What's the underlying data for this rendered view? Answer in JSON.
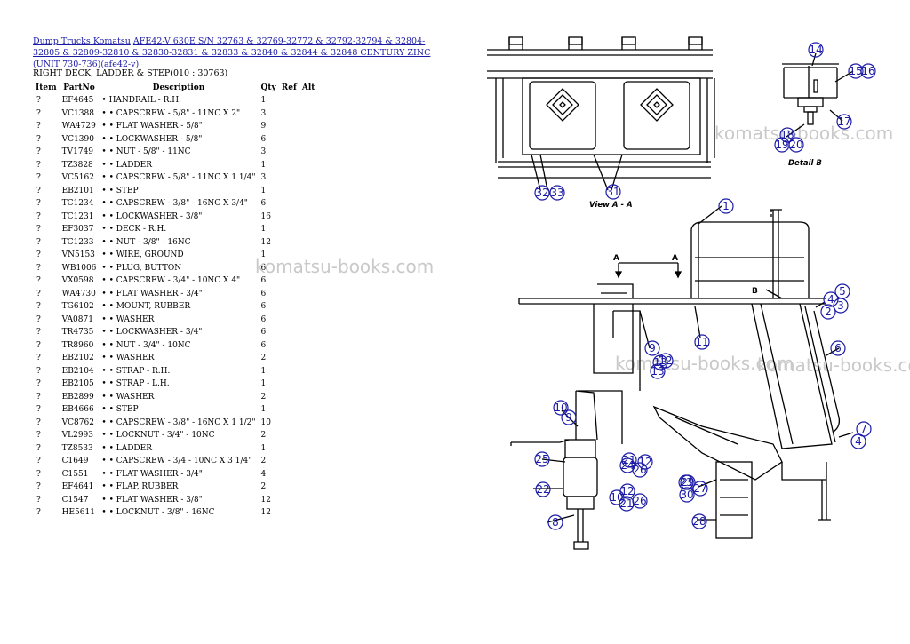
{
  "breadcrumb": {
    "link1": "Dump Trucks Komatsu",
    "link2": "AFE42-V 630E S/N 32763 & 32769-32772 & 32792-32794 & 32804-32805 & 32809-32810 & 32830-32831 & 32833 & 32840 & 32844 & 32848 CENTURY ZINC (UNIT 730-736)(afe42-v)"
  },
  "subtitle": "RIGHT DECK, LADDER & STEP(010 : 30763)",
  "table": {
    "headers": [
      "Item",
      "PartNo",
      "Description",
      "Qty",
      "Ref",
      "Alt"
    ],
    "rows": [
      [
        "?",
        "EF4645",
        "• HANDRAIL - R.H.",
        "1"
      ],
      [
        "?",
        "VC1388",
        "• • CAPSCREW - 5/8\" - 11NC X 2\"",
        "3"
      ],
      [
        "?",
        "WA4729",
        "• • FLAT WASHER - 5/8\"",
        "9"
      ],
      [
        "?",
        "VC1390",
        "• • LOCKWASHER - 5/8\"",
        "6"
      ],
      [
        "?",
        "TV1749",
        "• • NUT - 5/8\" - 11NC",
        "3"
      ],
      [
        "?",
        "TZ3828",
        "• • LADDER",
        "1"
      ],
      [
        "?",
        "VC5162",
        "• • CAPSCREW - 5/8\" - 11NC X 1 1/4\"",
        "3"
      ],
      [
        "?",
        "EB2101",
        "• • STEP",
        "1"
      ],
      [
        "?",
        "TC1234",
        "• • CAPSCREW - 3/8\" - 16NC X 3/4\"",
        "6"
      ],
      [
        "?",
        "TC1231",
        "• • LOCKWASHER - 3/8\"",
        "16"
      ],
      [
        "?",
        "EF3037",
        "• • DECK - R.H.",
        "1"
      ],
      [
        "?",
        "TC1233",
        "• • NUT - 3/8\" - 16NC",
        "12"
      ],
      [
        "?",
        "VN5153",
        "• • WIRE, GROUND",
        "1"
      ],
      [
        "?",
        "WB1006",
        "• • PLUG, BUTTON",
        "6"
      ],
      [
        "?",
        "VX0598",
        "• • CAPSCREW - 3/4\" - 10NC X 4\"",
        "6"
      ],
      [
        "?",
        "WA4730",
        "• • FLAT WASHER - 3/4\"",
        "6"
      ],
      [
        "?",
        "TG6102",
        "• • MOUNT, RUBBER",
        "6"
      ],
      [
        "?",
        "VA0871",
        "• • WASHER",
        "6"
      ],
      [
        "?",
        "TR4735",
        "• • LOCKWASHER - 3/4\"",
        "6"
      ],
      [
        "?",
        "TR8960",
        "• • NUT - 3/4\" - 10NC",
        "6"
      ],
      [
        "?",
        "EB2102",
        "• • WASHER",
        "2"
      ],
      [
        "?",
        "EB2104",
        "• • STRAP - R.H.",
        "1"
      ],
      [
        "?",
        "EB2105",
        "• • STRAP - L.H.",
        "1"
      ],
      [
        "?",
        "EB2899",
        "• • WASHER",
        "2"
      ],
      [
        "?",
        "EB4666",
        "• • STEP",
        "1"
      ],
      [
        "?",
        "VC8762",
        "• • CAPSCREW - 3/8\" - 16NC X 1 1/2\"",
        "10"
      ],
      [
        "?",
        "VL2993",
        "• • LOCKNUT - 3/4\" - 10NC",
        "2"
      ],
      [
        "?",
        "TZ8533",
        "• • LADDER",
        "1"
      ],
      [
        "?",
        "C1649",
        "• • CAPSCREW - 3/4 - 10NC X 3 1/4\"",
        "2"
      ],
      [
        "?",
        "C1551",
        "• • FLAT WASHER - 3/4\"",
        "4"
      ],
      [
        "?",
        "EF4641",
        "• • FLAP, RUBBER",
        "2"
      ],
      [
        "?",
        "C1547",
        "• • FLAT WASHER - 3/8\"",
        "12"
      ],
      [
        "?",
        "HE5611",
        "• • LOCKNUT - 3/8\" - 16NC",
        "12"
      ]
    ]
  },
  "watermarks": [
    "komatsu-books.com",
    "komatsu-books.com",
    "komatsu-books.com",
    "komatsu-books.com"
  ],
  "diagram": {
    "view_caption": "View A - A",
    "detail_caption": "Detail B",
    "section_letter": "A",
    "detail_letter": "B",
    "callouts": [
      "1",
      "2",
      "3",
      "4",
      "5",
      "6",
      "7",
      "8",
      "9",
      "10",
      "11",
      "12",
      "13",
      "14",
      "15",
      "16",
      "17",
      "18",
      "19",
      "20",
      "21",
      "22",
      "23",
      "24",
      "25",
      "26",
      "27",
      "28",
      "29",
      "30",
      "31",
      "32",
      "33"
    ],
    "callout_color": "#1a1aa6"
  }
}
